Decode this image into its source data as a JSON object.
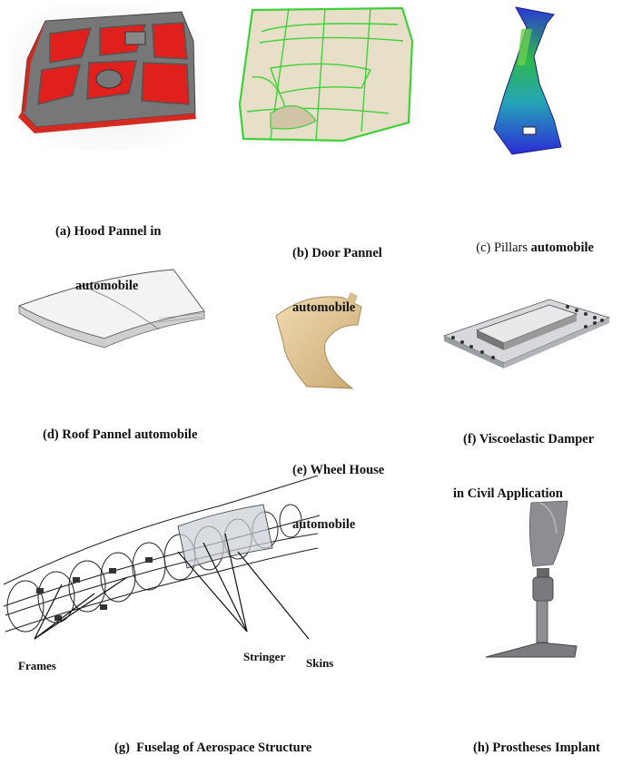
{
  "captions": {
    "a": {
      "line1": "(a) Hood Pannel in",
      "line2": "automobile"
    },
    "b": {
      "line1": "(b) Door Pannel",
      "line2": "automobile"
    },
    "c": {
      "pre": "(c) Pillars ",
      "post": "automobile"
    },
    "d": {
      "text": "(d) Roof Pannel automobile"
    },
    "e": {
      "line1": "(e) Wheel House",
      "line2": "automobile"
    },
    "f": {
      "line1": "(f) Viscoelastic Damper",
      "line2": "in Civil Application"
    },
    "g": {
      "text": "(g)  Fuselag of Aerospace Structure"
    },
    "h": {
      "text": "(h) Prostheses Implant"
    }
  },
  "fuselage_labels": {
    "frames": "Frames",
    "stringer": "Stringer",
    "skins": "Skins"
  },
  "colors": {
    "hood_red": "#e0201c",
    "hood_frame": "#6e6e6e",
    "door_green": "#3fd13a",
    "door_fill": "#e6dcc4",
    "pillar_blue": "#2b2bd6",
    "pillar_green": "#2fb84a",
    "wheel_tan": "#e3c99a",
    "damper_gray": "#b9bcc0",
    "prosthesis_gray": "#8e8e92"
  }
}
